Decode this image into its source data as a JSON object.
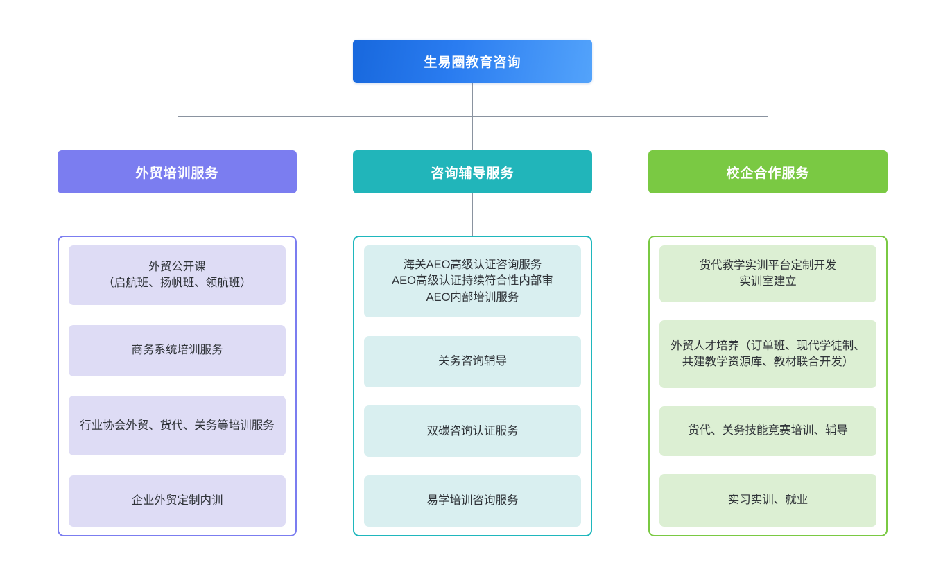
{
  "diagram": {
    "type": "organization-tree",
    "background": "#ffffff",
    "root": {
      "label": "生易圈教育咨询",
      "color_start": "#1868dd",
      "color_end": "#53a3fb"
    },
    "connector_color": "#8a93a0",
    "branches": [
      {
        "label": "外贸培训服务",
        "accent": "#7b7df0",
        "leaf_fill": "#dedcf5",
        "items": [
          {
            "label": "外贸公开课\n（启航班、扬帆班、领航班）"
          },
          {
            "label": "商务系统培训服务"
          },
          {
            "label": "行业协会外贸、货代、关务等培训服务"
          },
          {
            "label": "企业外贸定制内训"
          }
        ]
      },
      {
        "label": "咨询辅导服务",
        "accent": "#21b5ba",
        "leaf_fill": "#d9eff0",
        "items": [
          {
            "label": "海关AEO高级认证咨询服务\nAEO高级认证持续符合性内部审\nAEO内部培训服务"
          },
          {
            "label": "关务咨询辅导"
          },
          {
            "label": "双碳咨询认证服务"
          },
          {
            "label": "易学培训咨询服务"
          }
        ]
      },
      {
        "label": "校企合作服务",
        "accent": "#7ac943",
        "leaf_fill": "#dcefd3",
        "items": [
          {
            "label": "货代教学实训平台定制开发\n实训室建立"
          },
          {
            "label": "外贸人才培养（订单班、现代学徒制、共建教学资源库、教材联合开发）"
          },
          {
            "label": "货代、关务技能竞赛培训、辅导"
          },
          {
            "label": "实习实训、就业"
          }
        ]
      }
    ]
  }
}
